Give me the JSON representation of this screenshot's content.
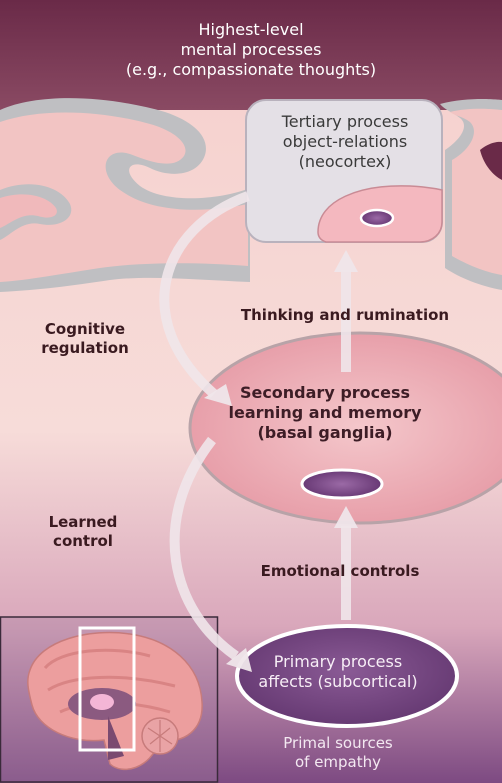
{
  "labels": {
    "top": [
      "Highest-level",
      "mental processes",
      "(e.g., compassionate thoughts)"
    ],
    "tertiary": [
      "Tertiary process",
      "object-relations",
      "(neocortex)"
    ],
    "thinking": "Thinking and rumination",
    "cognitive": [
      "Cognitive",
      "regulation"
    ],
    "secondary": [
      "Secondary process",
      "learning and memory",
      "(basal ganglia)"
    ],
    "learned": [
      "Learned",
      "control"
    ],
    "emotional": "Emotional controls",
    "primary": [
      "Primary process",
      "affects (subcortical)"
    ],
    "primal": [
      "Primal sources",
      "of empathy"
    ]
  },
  "colors": {
    "top_band": "#7a3550",
    "tissue": "#f0c2c0",
    "bottom_band": "#6e3a78",
    "secondary_oval": "#e7a3ac",
    "primary_oval": "#7a4d86",
    "arrow": "#efe6ea"
  },
  "icons": [
    "brain-cross-section-icon",
    "highlight-box-icon",
    "neocortex-box-icon"
  ]
}
